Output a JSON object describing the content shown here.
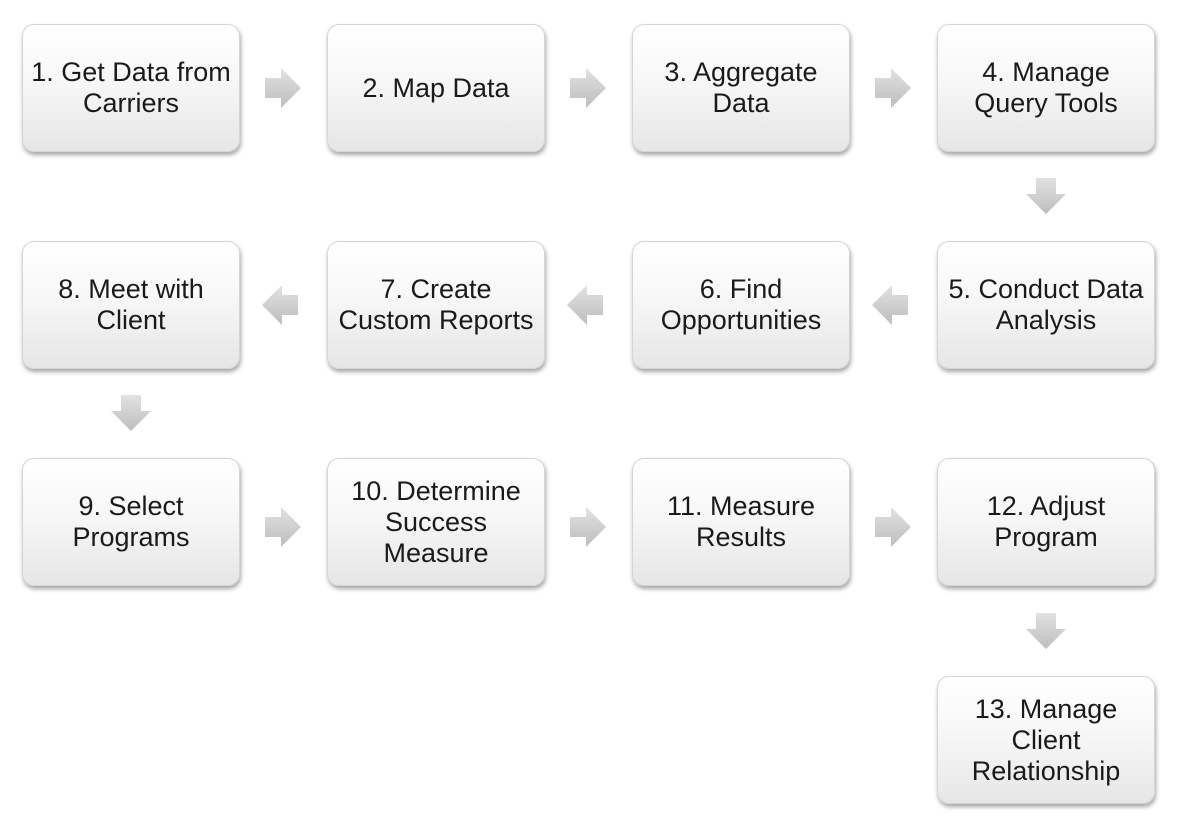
{
  "steps": [
    {
      "label": "1. Get Data from Carriers"
    },
    {
      "label": "2. Map Data"
    },
    {
      "label": "3. Aggregate Data"
    },
    {
      "label": "4. Manage Query Tools"
    },
    {
      "label": "5. Conduct Data Analysis"
    },
    {
      "label": "6. Find Opportunities"
    },
    {
      "label": "7. Create Custom Reports"
    },
    {
      "label": "8. Meet with Client"
    },
    {
      "label": "9. Select Programs"
    },
    {
      "label": "10. Determine Success Measure"
    },
    {
      "label": "11. Measure Results"
    },
    {
      "label": "12. Adjust Program"
    },
    {
      "label": "13. Manage Client Relationship"
    }
  ],
  "arrows": [
    {
      "direction": "right"
    },
    {
      "direction": "right"
    },
    {
      "direction": "right"
    },
    {
      "direction": "down"
    },
    {
      "direction": "left"
    },
    {
      "direction": "left"
    },
    {
      "direction": "left"
    },
    {
      "direction": "down"
    },
    {
      "direction": "right"
    },
    {
      "direction": "right"
    },
    {
      "direction": "right"
    },
    {
      "direction": "down"
    }
  ],
  "colors": {
    "arrow_fill_light": "#e2e2e2",
    "arrow_fill_dark": "#bdbdbd",
    "box_border": "#d4d4d4",
    "text": "#1a1a1a"
  }
}
